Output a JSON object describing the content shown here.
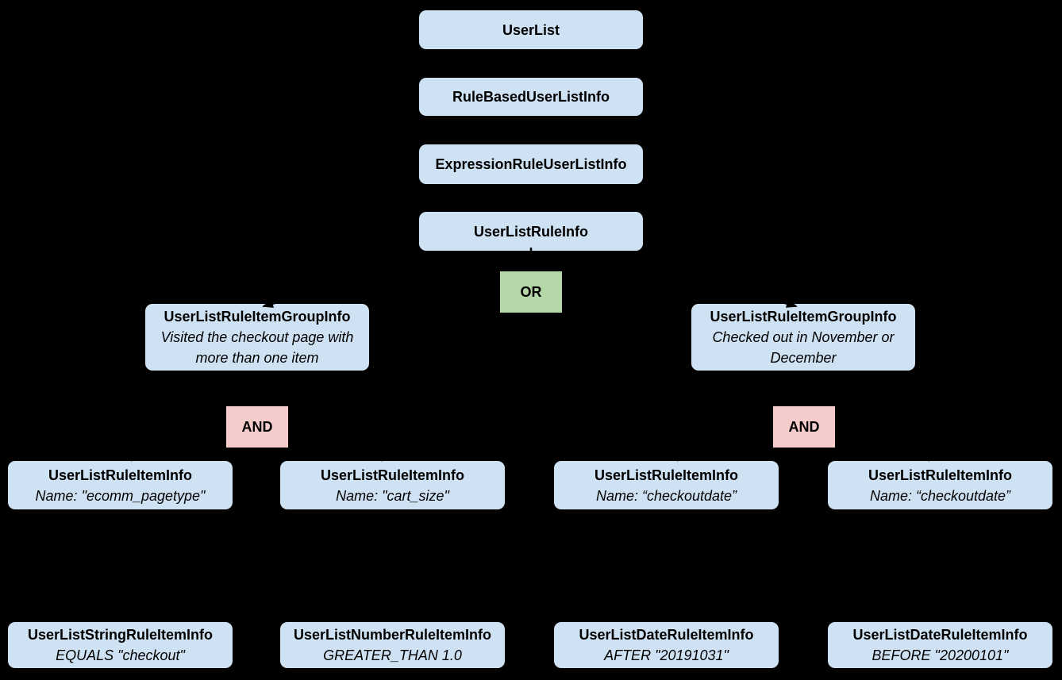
{
  "colors": {
    "canvas_bg": "#000000",
    "node_blue": "#cfe2f3",
    "or_green": "#b6d7a8",
    "and_pink": "#f4cccc",
    "text": "#000000"
  },
  "chain": [
    {
      "label": "UserList"
    },
    {
      "label": "RuleBasedUserListInfo"
    },
    {
      "label": "ExpressionRuleUserListInfo"
    },
    {
      "label": "UserListRuleInfo"
    }
  ],
  "or_operator": {
    "label": "OR"
  },
  "and_operators": [
    {
      "label": "AND"
    },
    {
      "label": "AND"
    }
  ],
  "groups": [
    {
      "title": "UserListRuleItemGroupInfo",
      "description": "Visited the checkout page with more than one item"
    },
    {
      "title": "UserListRuleItemGroupInfo",
      "description": "Checked out in November or December"
    }
  ],
  "rule_items": [
    {
      "title": "UserListRuleItemInfo",
      "subtitle": "Name: \"ecomm_pagetype\""
    },
    {
      "title": "UserListRuleItemInfo",
      "subtitle": "Name: \"cart_size\""
    },
    {
      "title": "UserListRuleItemInfo",
      "subtitle": "Name: “checkoutdate”"
    },
    {
      "title": "UserListRuleItemInfo",
      "subtitle": "Name: “checkoutdate”"
    }
  ],
  "operands": [
    {
      "title": "UserListStringRuleItemInfo",
      "subtitle": "EQUALS \"checkout\""
    },
    {
      "title": "UserListNumberRuleItemInfo",
      "subtitle": "GREATER_THAN 1.0"
    },
    {
      "title": "UserListDateRuleItemInfo",
      "subtitle": "AFTER \"20191031\""
    },
    {
      "title": "UserListDateRuleItemInfo",
      "subtitle": "BEFORE \"20200101\""
    }
  ]
}
